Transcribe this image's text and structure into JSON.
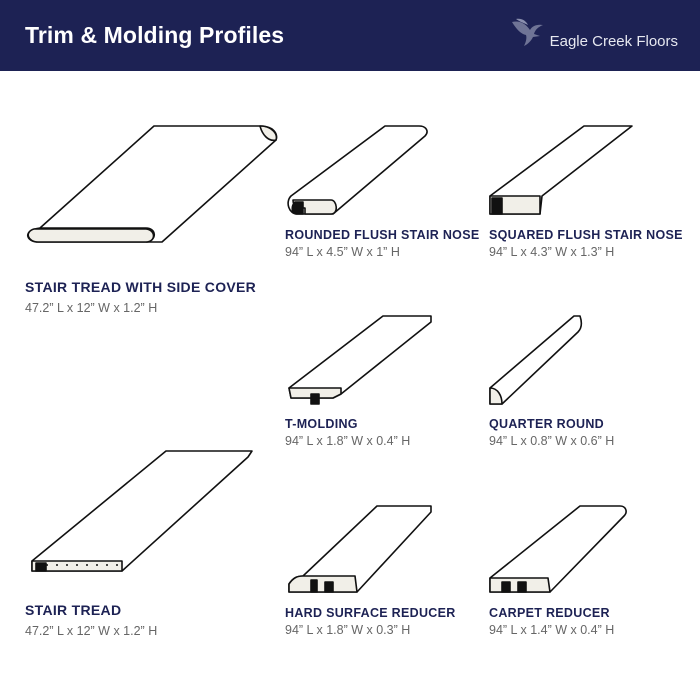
{
  "header": {
    "title": "Trim & Molding Profiles",
    "brand": "Eagle Creek Floors",
    "brand_icon": "eagle-icon",
    "background": "#1d2254"
  },
  "products": [
    {
      "label": "STAIR TREAD WITH SIDE COVER",
      "dims": "47.2” L x 12” W x 1.2” H"
    },
    {
      "label": "ROUNDED FLUSH STAIR NOSE",
      "dims": "94” L x 4.5” W x 1” H"
    },
    {
      "label": "SQUARED FLUSH STAIR NOSE",
      "dims": "94” L x 4.3” W x 1.3” H"
    },
    {
      "label": "T-MOLDING",
      "dims": "94” L x 1.8” W x 0.4” H"
    },
    {
      "label": "QUARTER ROUND",
      "dims": "94” L x 0.8” W x 0.6” H"
    },
    {
      "label": "STAIR TREAD",
      "dims": "47.2” L x 12” W x 1.2” H"
    },
    {
      "label": "HARD SURFACE REDUCER",
      "dims": "94” L x 1.8” W x 0.3” H"
    },
    {
      "label": "CARPET REDUCER",
      "dims": "94” L x 1.4” W x 0.4” H"
    }
  ],
  "colors": {
    "label": "#1d2254",
    "dims": "#666666",
    "outline": "#111111"
  }
}
